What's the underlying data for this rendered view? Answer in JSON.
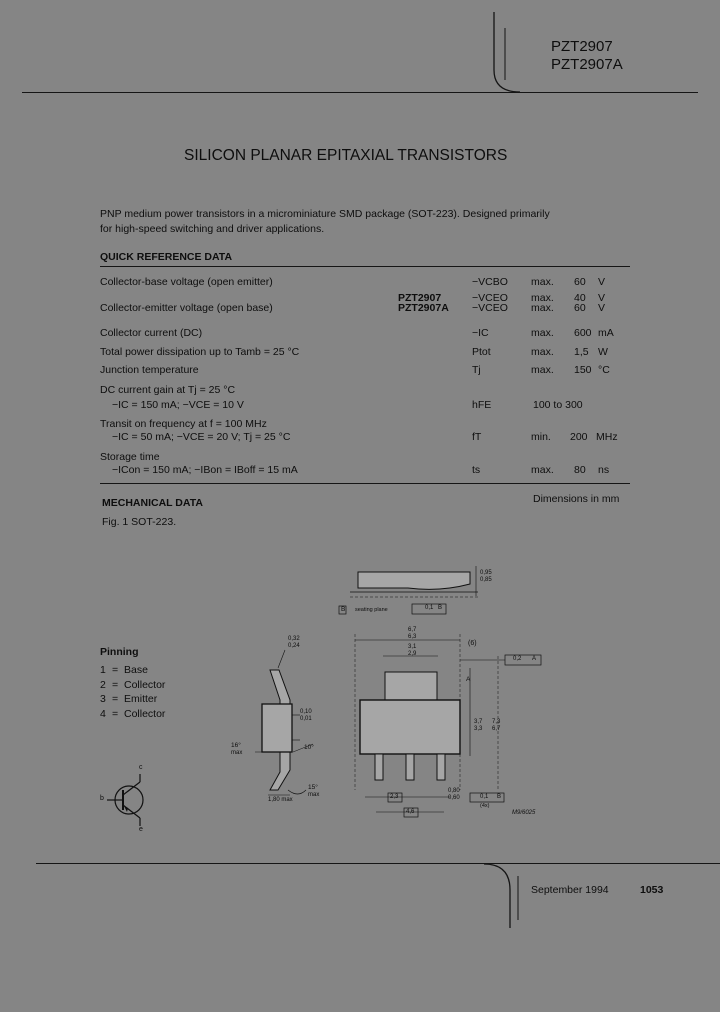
{
  "header": {
    "part_numbers": [
      "PZT2907",
      "PZT2907A"
    ]
  },
  "title": "SILICON PLANAR EPITAXIAL TRANSISTORS",
  "description": [
    "PNP medium power transistors in a microminiature SMD package (SOT-223). Designed primarily",
    "for high-speed switching and driver applications."
  ],
  "quick_reference": {
    "heading": "QUICK REFERENCE DATA",
    "rows": [
      {
        "param": "Collector-base voltage (open emitter)",
        "type": "",
        "sym": "−VCBO",
        "cond": "max.",
        "val": "60",
        "unit": "V"
      },
      {
        "param": "",
        "type": "PZT2907",
        "sym": "−VCEO",
        "cond": "max.",
        "val": "40",
        "unit": "V"
      },
      {
        "param": "Collector-emitter voltage (open base)",
        "type": "PZT2907A",
        "sym": "−VCEO",
        "cond": "max.",
        "val": "60",
        "unit": "V"
      },
      {
        "param": "Collector current (DC)",
        "type": "",
        "sym": "−IC",
        "cond": "max.",
        "val": "600",
        "unit": "mA"
      },
      {
        "param": "Total power dissipation up to Tamb = 25 °C",
        "type": "",
        "sym": "Ptot",
        "cond": "max.",
        "val": "1,5",
        "unit": "W"
      },
      {
        "param": "Junction temperature",
        "type": "",
        "sym": "Tj",
        "cond": "max.",
        "val": "150",
        "unit": "°C"
      },
      {
        "param": "DC current gain at Tj = 25 °C",
        "type": "",
        "sym": "",
        "cond": "",
        "val": "",
        "unit": ""
      },
      {
        "param": "−IC = 150 mA; −VCE = 10 V",
        "type": "",
        "sym": "hFE",
        "cond": "100 to 300",
        "val": "",
        "unit": ""
      },
      {
        "param": "Transit on frequency at f = 100 MHz",
        "type": "",
        "sym": "",
        "cond": "",
        "val": "",
        "unit": ""
      },
      {
        "param": "−IC = 50 mA; −VCE = 20 V; Tj = 25 °C",
        "type": "",
        "sym": "fT",
        "cond": "min.",
        "val": "200",
        "unit": "MHz"
      },
      {
        "param": "Storage time",
        "type": "",
        "sym": "",
        "cond": "",
        "val": "",
        "unit": ""
      },
      {
        "param": "−ICon = 150 mA; −IBon = IBoff = 15 mA",
        "type": "",
        "sym": "ts",
        "cond": "max.",
        "val": "80",
        "unit": "ns"
      }
    ]
  },
  "mechanical": {
    "heading": "MECHANICAL DATA",
    "dimensions_note": "Dimensions in mm",
    "figure_caption": "Fig. 1 SOT-223."
  },
  "pinning": {
    "heading": "Pinning",
    "pins": [
      {
        "num": "1",
        "name": "Base"
      },
      {
        "num": "2",
        "name": "Collector"
      },
      {
        "num": "3",
        "name": "Emitter"
      },
      {
        "num": "4",
        "name": "Collector"
      }
    ]
  },
  "drawing_labels": {
    "side_top": [
      "0,95",
      "0,85"
    ],
    "seating_plane": "seating plane",
    "ref_b": "B",
    "tol_a": "0,1",
    "tol_b": "B",
    "w1": [
      "6,7",
      "6,3"
    ],
    "w2": [
      "3,1",
      "2,9"
    ],
    "lead_a": [
      "0,32",
      "0,24"
    ],
    "lead_b": [
      "0,10",
      "0,01"
    ],
    "angle_16": "16°",
    "angle_10": "10°",
    "angle_max": "max",
    "angle_15": "15°",
    "pitch": "1,80 max",
    "hA": "A",
    "h1": [
      "3,7",
      "3,3"
    ],
    "h2": [
      "7,3",
      "6,7"
    ],
    "pin_w": [
      "0,80",
      "0,60"
    ],
    "ref_2_3": "2,3",
    "ref_4_6": "4,6",
    "tol_c": "0,2",
    "tol_d": "0,1",
    "code": "M9/6025",
    "pin_letters": [
      "c",
      "b",
      "e"
    ],
    "ref_6": "(6)",
    "ref_4": "(4x)"
  },
  "footer": {
    "date": "September 1994",
    "page": "1053"
  }
}
